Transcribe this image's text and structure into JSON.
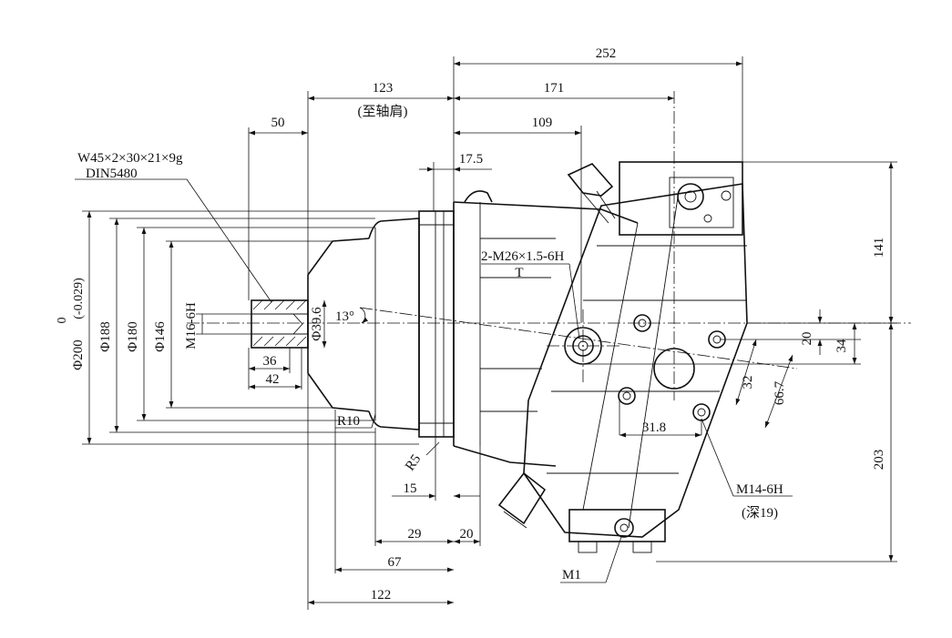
{
  "dimensions": {
    "d252": "252",
    "d123": "123",
    "d123_note": "(至轴肩)",
    "d171": "171",
    "d109": "109",
    "d50": "50",
    "d17_5": "17.5",
    "d141": "141",
    "d20_right": "20",
    "d34": "34",
    "d32": "32",
    "d66_7": "66.7",
    "d31_8": "31.8",
    "d203": "203",
    "d36": "36",
    "d42": "42",
    "d15": "15",
    "d29": "29",
    "d20_bottom": "20",
    "d67": "67",
    "d122": "122",
    "angle13": "13°",
    "dia200": "Φ200",
    "dia200_tol_upper": "0",
    "dia200_tol_lower": "(-0.029)",
    "dia188": "Φ188",
    "dia180": "Φ180",
    "dia146": "Φ146",
    "dia39_6": "Φ39.6",
    "thread_m16": "M16-6H",
    "r10": "R10",
    "r5": "R5"
  },
  "callouts": {
    "spline_line1": "W45×2×30×21×9g",
    "spline_line2": "DIN5480",
    "port_line1": "2-M26×1.5-6H",
    "port_line2": "T",
    "m14_line1": "M14-6H",
    "m14_line2": "(深19)",
    "m1": "M1"
  }
}
